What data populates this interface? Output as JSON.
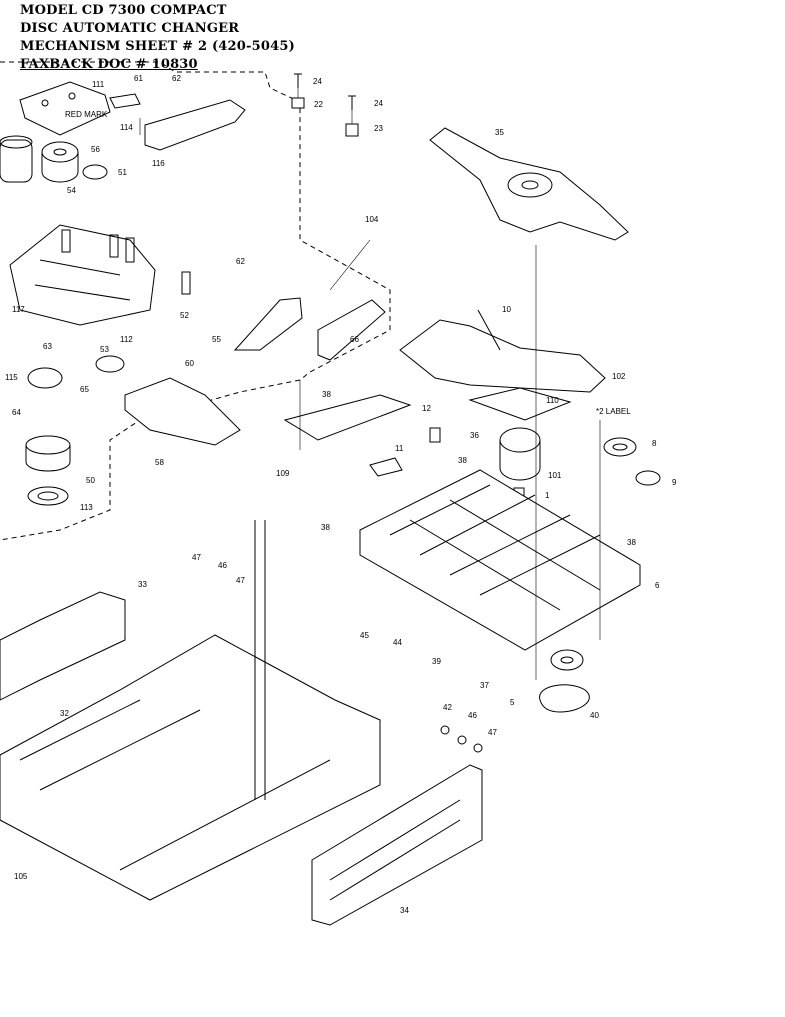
{
  "header": {
    "line1": "MODEL CD 7300 COMPACT",
    "line2": "DISC AUTOMATIC CHANGER",
    "line3": "MECHANISM SHEET # 2  (420-5045)",
    "line4": "FAXBACK DOC # 10830"
  },
  "callouts": {
    "c111": "111",
    "c61": "61",
    "c62": "62",
    "c24a": "24",
    "c22": "22",
    "c24b": "24",
    "c23": "23",
    "c114": "114",
    "c116": "116",
    "red_mark": "RED MARK",
    "c56": "56",
    "c51": "51",
    "c54": "54",
    "c35": "35",
    "c104": "104",
    "c117": "117",
    "c52": "52",
    "c62b": "62",
    "c10": "10",
    "c55": "55",
    "c66": "66",
    "c112": "112",
    "c60": "60",
    "c63": "63",
    "c53": "53",
    "c102": "102",
    "c115": "115",
    "c65": "65",
    "c38a": "38",
    "c110": "110",
    "label2": "*2 LABEL",
    "c64": "64",
    "c58": "58",
    "c12": "12",
    "c36": "36",
    "c8": "8",
    "c109": "109",
    "c11": "11",
    "c38b": "38",
    "c101": "101",
    "c9": "9",
    "c50": "50",
    "c1": "1",
    "c113": "113",
    "c38c": "38",
    "c38d": "38",
    "c47a": "47",
    "c46a": "46",
    "c47b": "47",
    "c6": "6",
    "c33": "33",
    "c45": "45",
    "c44": "44",
    "c39": "39",
    "c37": "37",
    "c5": "5",
    "c40": "40",
    "c32": "32",
    "c42": "42",
    "c46b": "46",
    "c47c": "47",
    "c105": "105",
    "c34": "34"
  }
}
